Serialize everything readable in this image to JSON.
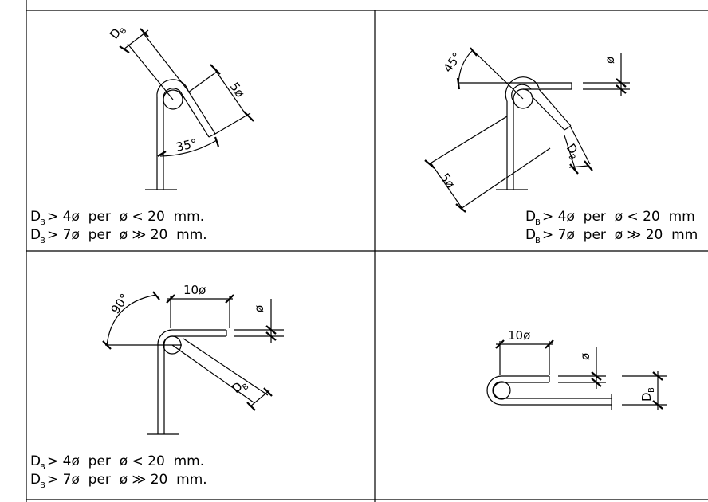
{
  "panels": [
    {
      "id": "hook-35",
      "angle_label": "35°",
      "length_label": "5ø",
      "diameter_label": "D",
      "diameter_sub": "B",
      "notes": [
        {
          "d": "D",
          "s": "B",
          "rest": "> 4ø  per  ø < 20  mm."
        },
        {
          "d": "D",
          "s": "B",
          "rest": "> 7ø  per  ø ≫ 20  mm."
        }
      ]
    },
    {
      "id": "hook-45",
      "angle_label": "45°",
      "length_label": "5ø",
      "bar_label": "ø",
      "diameter_label": "D",
      "diameter_sub": "B",
      "notes": [
        {
          "d": "D",
          "s": "B",
          "rest": "> 4ø  per  ø < 20  mm"
        },
        {
          "d": "D",
          "s": "B",
          "rest": "> 7ø  per  ø ≫ 20  mm"
        }
      ]
    },
    {
      "id": "hook-90",
      "angle_label": "90°",
      "length_label": "10ø",
      "bar_label": "ø",
      "diameter_label": "D",
      "diameter_sub": "B",
      "notes": [
        {
          "d": "D",
          "s": "B",
          "rest": "> 4ø  per  ø < 20  mm."
        },
        {
          "d": "D",
          "s": "B",
          "rest": "> 7ø  per  ø ≫ 20  mm."
        }
      ]
    },
    {
      "id": "hook-180",
      "length_label": "10ø",
      "bar_label": "ø",
      "diameter_label": "D",
      "diameter_sub": "B"
    }
  ]
}
